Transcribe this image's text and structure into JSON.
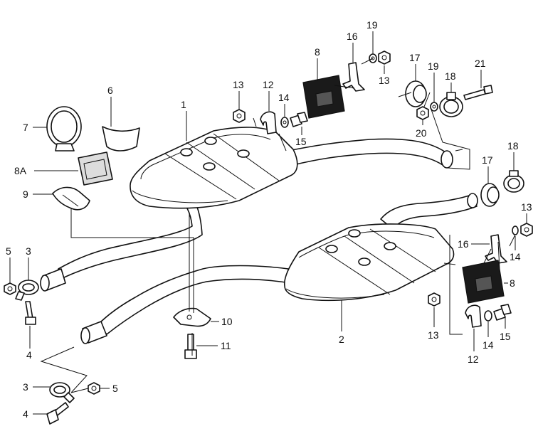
{
  "diagram": {
    "labels": {
      "p1": "1",
      "p2": "2",
      "p3a": "3",
      "p3b": "3",
      "p4a": "4",
      "p4b": "4",
      "p5a": "5",
      "p5b": "5",
      "p6": "6",
      "p7": "7",
      "p8a": "8",
      "p8b": "8",
      "p8A": "8A",
      "p9": "9",
      "p10": "10",
      "p11": "11",
      "p12a": "12",
      "p12b": "12",
      "p13a": "13",
      "p13b": "13",
      "p13c": "13",
      "p13d": "13",
      "p14a": "14",
      "p14b": "14",
      "p14c": "14",
      "p15a": "15",
      "p15b": "15",
      "p16a": "16",
      "p16b": "16",
      "p17a": "17",
      "p17b": "17",
      "p18a": "18",
      "p18b": "18",
      "p19a": "19",
      "p19b": "19",
      "p20": "20",
      "p21": "21"
    }
  }
}
